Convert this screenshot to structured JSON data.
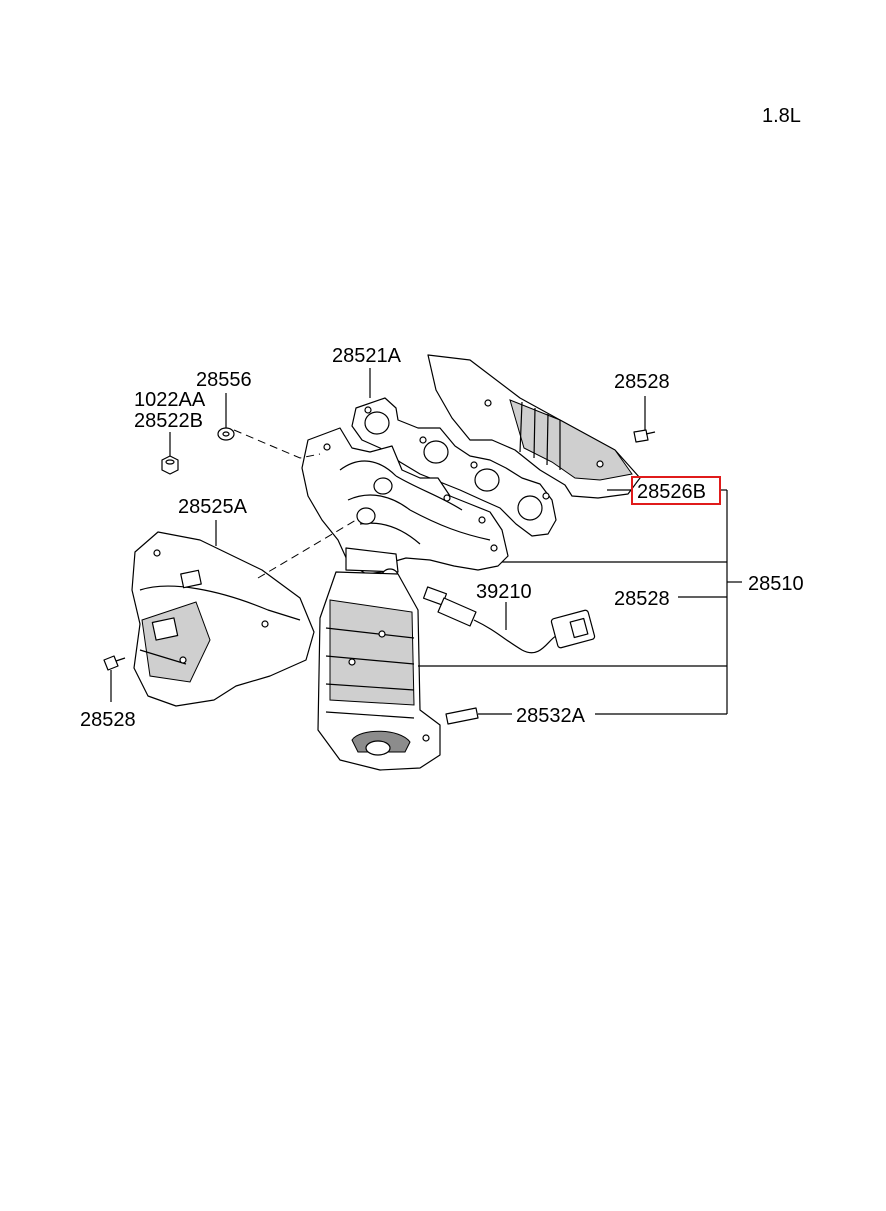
{
  "engine_label": "1.8L",
  "callouts": {
    "p28521A": "28521A",
    "p28556": "28556",
    "p1022AA": "1022AA",
    "p28522B": "28522B",
    "p28528_top": "28528",
    "p28526B": "28526B",
    "p28525A": "28525A",
    "p39210": "39210",
    "p28528_mid": "28528",
    "p28510": "28510",
    "p28528_left": "28528",
    "p28532A": "28532A"
  },
  "highlight_color": "#e01b1b"
}
